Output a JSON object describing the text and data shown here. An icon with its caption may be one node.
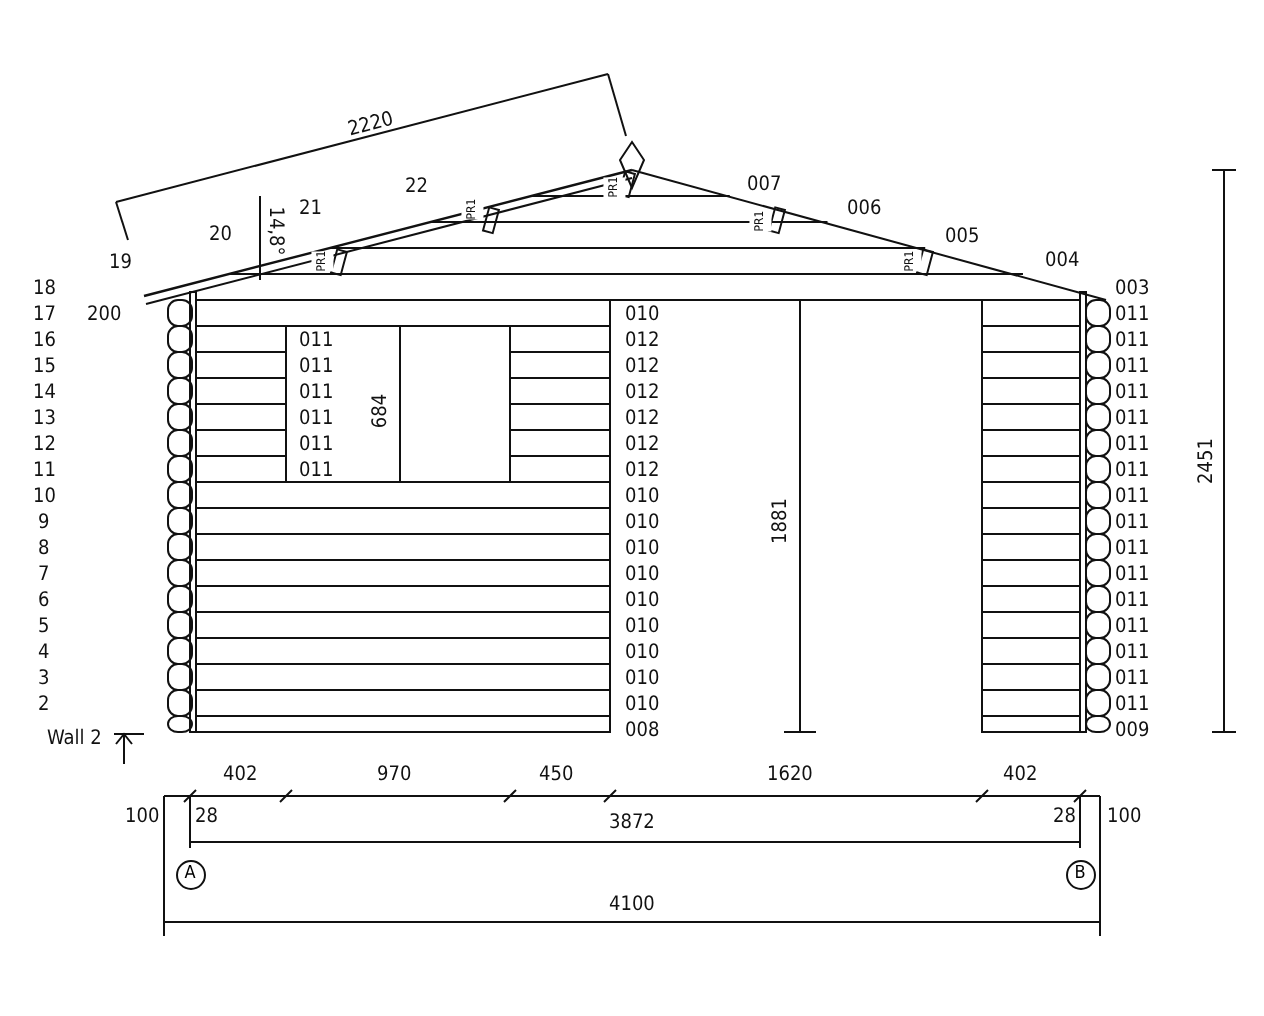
{
  "diagram": {
    "nodes": [
      {
        "text": [
          "A"
        ]
      },
      {
        "text": [
          "B"
        ]
      }
    ],
    "labels": [
      "2220",
      "22",
      "007",
      "006",
      "005",
      "004",
      "14,8°",
      "21",
      "20",
      "19",
      "PR1",
      "PR1",
      "PR1",
      "PR1",
      "PR1",
      "2451",
      "18",
      "17",
      "16",
      "15",
      "14",
      "13",
      "12",
      "11",
      "10",
      "9",
      "8",
      "7",
      "6",
      "5",
      "4",
      "3",
      "2",
      "200",
      "010",
      "012",
      "012",
      "012",
      "012",
      "012",
      "012",
      "010",
      "010",
      "010",
      "010",
      "010",
      "010",
      "010",
      "010",
      "010",
      "008",
      "011",
      "011",
      "011",
      "011",
      "011",
      "011",
      "003",
      "011",
      "011",
      "011",
      "011",
      "011",
      "011",
      "011",
      "011",
      "011",
      "011",
      "011",
      "011",
      "011",
      "011",
      "011",
      "011",
      "009",
      "684",
      "1881",
      "Wall 2",
      "402",
      "970",
      "450",
      "1620",
      "402",
      "100",
      "28",
      "3872",
      "28",
      "100",
      "4100"
    ]
  }
}
